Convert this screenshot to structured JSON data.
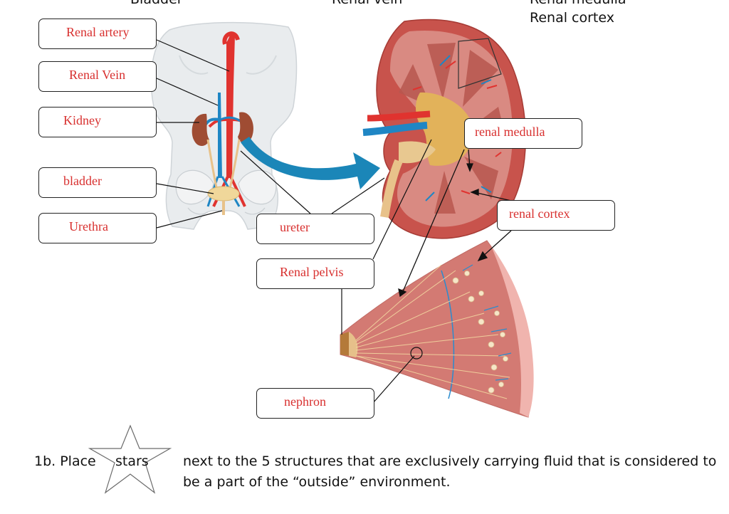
{
  "header_fragments": {
    "left": "Bladder",
    "middle": "Renal vein",
    "right_top": "Renal medulla",
    "right": "Renal cortex"
  },
  "labels": {
    "renal_artery": "Renal artery",
    "renal_vein": "Renal Vein",
    "kidney": "Kidney",
    "bladder": "bladder",
    "urethra": "Urethra",
    "ureter": "ureter",
    "renal_pelvis": "Renal pelvis",
    "nephron": "nephron",
    "renal_medulla": "renal medulla",
    "renal_cortex": "renal cortex"
  },
  "question": {
    "prefix": "1b. Place",
    "star_word": "stars",
    "line1": "next to the 5 structures that are exclusively carrying fluid that is considered to",
    "line2": "be a part of the “outside” environment."
  },
  "colors": {
    "label_text": "#d8302f",
    "artery": "#e0332f",
    "vein": "#1f86c4",
    "kidney": "#c8534c",
    "tissue": "#d98a82"
  }
}
